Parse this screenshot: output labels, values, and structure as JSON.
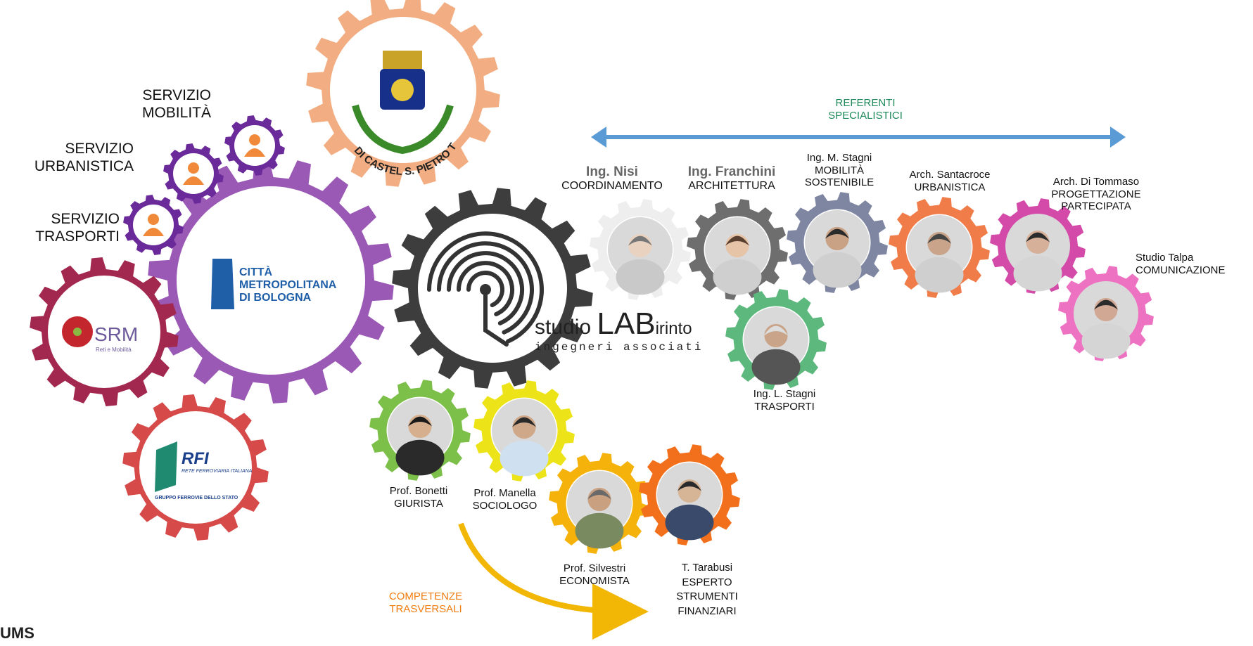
{
  "services": [
    {
      "line1": "SERVIZIO",
      "line2": "MOBILITÀ"
    },
    {
      "line1": "SERVIZIO",
      "line2": "URBANISTICA"
    },
    {
      "line1": "SERVIZIO",
      "line2": "TRASPORTI"
    }
  ],
  "institutions": {
    "castel_seal_text": "CITTA' DI CASTEL S. PIETRO TERME",
    "citta_metro": [
      "CITTÀ",
      "METROPOLITANA",
      "DI BOLOGNA"
    ],
    "srm": {
      "name": "SRM",
      "sub": "Reti e Mobilità"
    },
    "rfi": {
      "name": "RFI",
      "sub1": "RETE FERROVIARIA ITALIANA",
      "sub2": "GRUPPO FERROVIE DELLO STATO"
    }
  },
  "studio": {
    "name_prefix": "studio ",
    "name_lab": "LAB",
    "name_suffix": "irinto",
    "tagline": "ingegneri associati"
  },
  "referenti": {
    "label1": "REFERENTI",
    "label2": "SPECIALISTICI"
  },
  "team": {
    "nisi": {
      "name": "Ing. Nisi",
      "role": "COORDINAMENTO"
    },
    "franchini": {
      "name": "Ing. Franchini",
      "role": "ARCHITETTURA"
    },
    "mstagni": {
      "name": "Ing. M. Stagni",
      "role1": "MOBILITÀ",
      "role2": "SOSTENIBILE"
    },
    "santacroce": {
      "name": "Arch. Santacroce",
      "role": "URBANISTICA"
    },
    "ditommaso": {
      "name": "Arch. Di Tommaso",
      "role1": "PROGETTAZIONE",
      "role2": "PARTECIPATA"
    },
    "talpa": {
      "name": "Studio Talpa",
      "role": "COMUNICAZIONE"
    },
    "lstagni": {
      "name": "Ing. L. Stagni",
      "role": "TRASPORTI"
    },
    "bonetti": {
      "name": "Prof. Bonetti",
      "role": "GIURISTA"
    },
    "manella": {
      "name": "Prof. Manella",
      "role": "SOCIOLOGO"
    },
    "silvestri": {
      "name": "Prof. Silvestri",
      "role": "ECONOMISTA"
    },
    "tarabusi": {
      "name": "T. Tarabusi",
      "role1": "ESPERTO",
      "role2": "STRUMENTI",
      "role3": "FINANZIARI"
    }
  },
  "competenze": {
    "line1": "COMPETENZE",
    "line2": "TRASVERSALI"
  },
  "footer_fragment": "UMS",
  "colors": {
    "arrow_blue": "#5b9bd5",
    "competenze_arrow": "#f2b705",
    "gear_castel": "#f2ae82",
    "gear_metro": "#9b59b6",
    "gear_srm": "#a3284f",
    "gear_rfi": "#d64a4a",
    "gear_studio": "#3d3d3d",
    "gear_service": "#6a2a9a"
  }
}
